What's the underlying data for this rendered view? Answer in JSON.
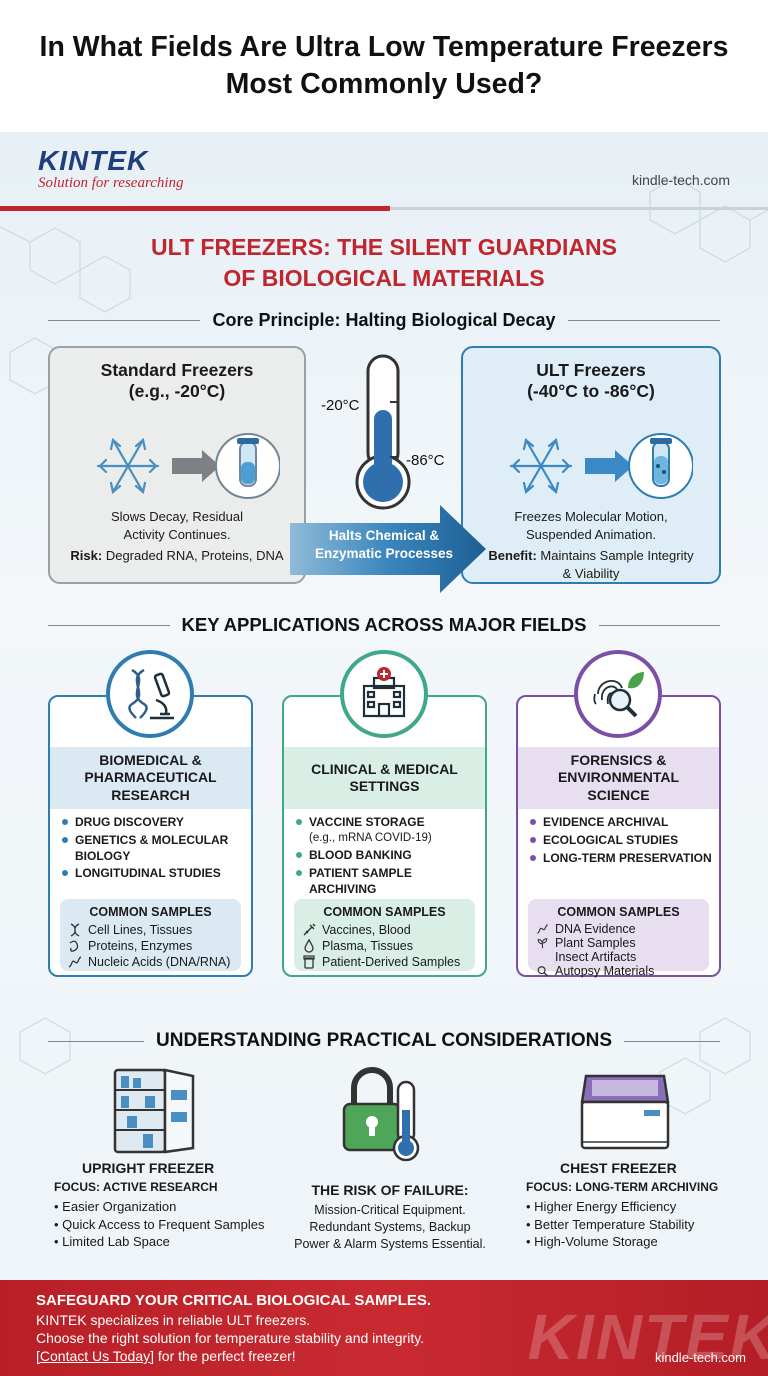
{
  "title": "In What Fields Are Ultra Low Temperature Freezers Most Commonly Used?",
  "brand": {
    "logo": "KINTEK",
    "tagline": "Solution for researching",
    "site": "kindle-tech.com"
  },
  "hero": {
    "line1": "ULT FREEZERS: THE SILENT GUARDIANS",
    "line2": "OF BIOLOGICAL MATERIALS"
  },
  "principle": {
    "heading": "Core Principle: Halting Biological Decay",
    "standard": {
      "title1": "Standard Freezers",
      "title2": "(e.g., -20°C)",
      "desc1": "Slows Decay, Residual",
      "desc2": "Activity Continues.",
      "risk_label": "Risk:",
      "risk_text": "Degraded RNA, Proteins, DNA"
    },
    "thermometer": {
      "high": "-20°C",
      "low": "-86°C"
    },
    "arrow": {
      "line1": "Halts Chemical &",
      "line2": "Enzymatic Processes"
    },
    "ult": {
      "title1": "ULT Freezers",
      "title2": "(-40°C to -86°C)",
      "desc1": "Freezes Molecular Motion,",
      "desc2": "Suspended Animation.",
      "benefit_label": "Benefit:",
      "benefit_text": "Maintains Sample Integrity",
      "benefit_text2": "& Viability"
    }
  },
  "applications": {
    "heading": "KEY APPLICATIONS ACROSS MAJOR FIELDS",
    "fields": [
      {
        "title1": "BIOMEDICAL &",
        "title2": "PHARMACEUTICAL",
        "title3": "RESEARCH",
        "items": [
          "DRUG DISCOVERY",
          "GENETICS & MOLECULAR BIOLOGY",
          "LONGITUDINAL STUDIES"
        ],
        "samples_heading": "COMMON SAMPLES",
        "samples": [
          "Cell Lines, Tissues",
          "Proteins, Enzymes",
          "Nucleic Acids (DNA/RNA)"
        ]
      },
      {
        "title1": "CLINICAL & MEDICAL",
        "title2": "SETTINGS",
        "items": [
          "VACCINE STORAGE",
          "BLOOD BANKING",
          "PATIENT SAMPLE ARCHIVING"
        ],
        "item0_sub": "(e.g., mRNA COVID-19)",
        "samples_heading": "COMMON SAMPLES",
        "samples": [
          "Vaccines, Blood",
          "Plasma, Tissues",
          "Patient-Derived Samples"
        ]
      },
      {
        "title1": "FORENSICS &",
        "title2": "ENVIRONMENTAL",
        "title3": "SCIENCE",
        "items": [
          "EVIDENCE ARCHIVAL",
          "ECOLOGICAL STUDIES",
          "LONG-TERM PRESERVATION"
        ],
        "samples_heading": "COMMON SAMPLES",
        "samples": [
          "DNA Evidence",
          "Plant Samples",
          "Insect Artifacts",
          "Autopsy Materials"
        ]
      }
    ]
  },
  "considerations": {
    "heading": "UNDERSTANDING PRACTICAL CONSIDERATIONS",
    "upright": {
      "title": "UPRIGHT FREEZER",
      "focus": "FOCUS: ACTIVE RESEARCH",
      "items": [
        "Easier Organization",
        "Quick Access to Frequent Samples",
        "Limited Lab Space"
      ]
    },
    "risk": {
      "title": "THE RISK OF FAILURE:",
      "lines": [
        "Mission-Critical Equipment.",
        "Redundant Systems, Backup",
        "Power & Alarm Systems Essential."
      ]
    },
    "chest": {
      "title": "CHEST FREEZER",
      "focus": "FOCUS: LONG-TERM ARCHIVING",
      "items": [
        "Higher Energy Efficiency",
        "Better Temperature Stability",
        "High-Volume Storage"
      ]
    }
  },
  "footer": {
    "heading": "SAFEGUARD YOUR CRITICAL BIOLOGICAL SAMPLES.",
    "line1": "KINTEK specializes in reliable ULT freezers.",
    "line2": "Choose the right solution for temperature stability and integrity.",
    "cta": "[Contact Us Today]",
    "cta_rest": " for the perfect freezer!",
    "watermark": "KINTEK",
    "site": "kindle-tech.com"
  },
  "colors": {
    "brand_red": "#c0262d",
    "brand_blue": "#1e3f7a",
    "ult_blue": "#2f7db0",
    "biomed": "#2f7db0",
    "clinical": "#3fa88a",
    "forensics": "#7b4fa6"
  }
}
